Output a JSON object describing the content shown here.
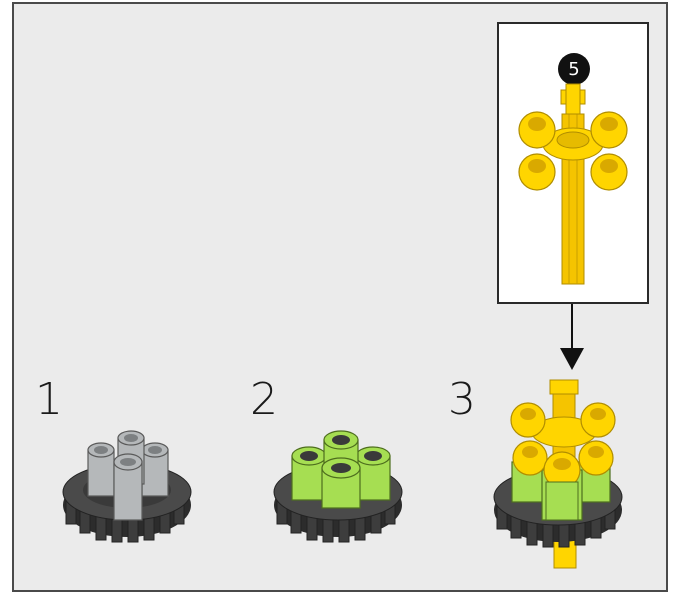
{
  "steps": [
    {
      "number": "1"
    },
    {
      "number": "2"
    },
    {
      "number": "3"
    }
  ],
  "callout": {
    "quantity": "5"
  },
  "colors": {
    "background": "#ebebeb",
    "gear": "#3a3a3a",
    "grey_pin": "#b5b8ba",
    "green_pin": "#a6de52",
    "yellow": "#ffd500"
  }
}
